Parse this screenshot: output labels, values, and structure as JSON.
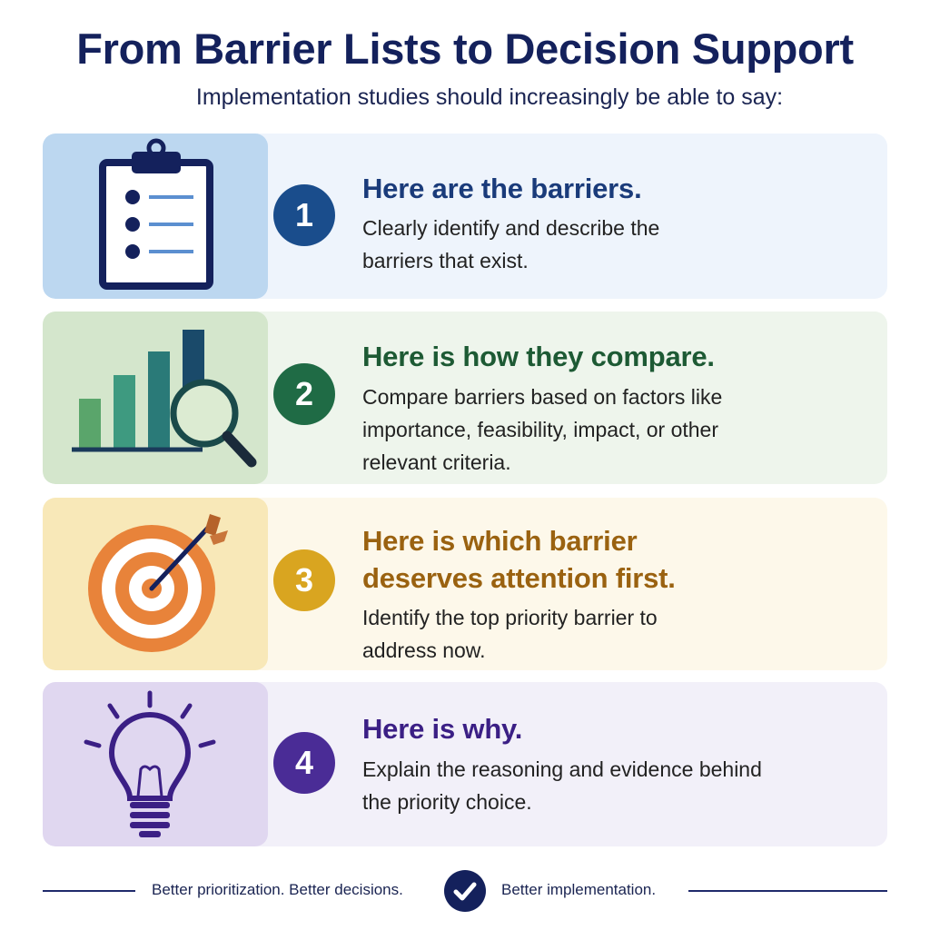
{
  "title": "From Barrier Lists to Decision Support",
  "subtitle": "Implementation studies should increasingly be able to say:",
  "steps": [
    {
      "number": "1",
      "heading": "Here are the barriers.",
      "description": "Clearly identify and describe the barriers that exist.",
      "icon": "clipboard-checklist-icon",
      "accent": "#1a4d8c",
      "card_bg": "#eef4fc",
      "panel_bg": "#bcd7f0"
    },
    {
      "number": "2",
      "heading": "Here is how they compare.",
      "description": "Compare barriers based on factors like importance, feasibility, impact, or other relevant criteria.",
      "icon": "bar-chart-magnifier-icon",
      "accent": "#1f6b45",
      "card_bg": "#eef5ec",
      "panel_bg": "#d4e6cc"
    },
    {
      "number": "3",
      "heading_lines": [
        "Here is which barrier",
        "deserves attention first."
      ],
      "description": "Identify the top priority barrier to address now.",
      "icon": "target-arrow-icon",
      "accent": "#9a6210",
      "number_color": "#d9a520",
      "card_bg": "#fdf8ea",
      "panel_bg": "#f8e8b8"
    },
    {
      "number": "4",
      "heading": "Here is why.",
      "description": "Explain the reasoning and evidence behind the priority choice.",
      "icon": "lightbulb-icon",
      "accent": "#3b1f85",
      "number_color": "#4a2c96",
      "card_bg": "#f2f0f9",
      "panel_bg": "#e0d7f0"
    }
  ],
  "footer": {
    "left": "Better prioritization. Better decisions.",
    "right": "Better implementation.",
    "icon": "checkmark-circle-icon"
  }
}
